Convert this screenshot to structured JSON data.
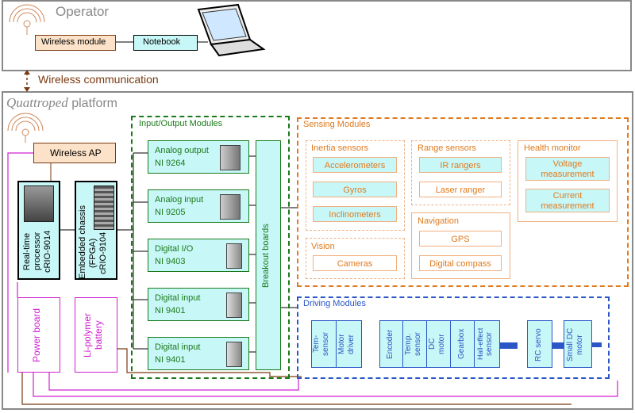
{
  "operator": {
    "title": "Operator",
    "wireless_module": "Wireless module",
    "notebook": "Notebook"
  },
  "link": {
    "label": "Wireless communication"
  },
  "platform": {
    "title_italic": "Quattroped",
    "title_rest": " platform"
  },
  "wireless_ap": "Wireless AP",
  "realtime": {
    "line1": "Real-time",
    "line2": "processor",
    "line3": "cRIO-9014"
  },
  "chassis": {
    "line1": "Embedded chassis",
    "line2": "(FPGA)",
    "line3": "cRIO-9104"
  },
  "power_board": "Power board",
  "battery": {
    "line1": "Li-polymer",
    "line2": "battery"
  },
  "io": {
    "title": "Input/Output Modules",
    "modules": [
      {
        "name": "Analog output",
        "model": "NI 9264"
      },
      {
        "name": "Analog input",
        "model": "NI 9205"
      },
      {
        "name": "Digital I/O",
        "model": "NI 9403"
      },
      {
        "name": "Digital input",
        "model": "NI 9401"
      },
      {
        "name": "Digital input",
        "model": "NI 9401"
      }
    ],
    "breakout": "Breakout boards"
  },
  "sensing": {
    "title": "Sensing Modules",
    "inertia": {
      "title": "Inertia sensors",
      "items": [
        "Accelerometers",
        "Gyros",
        "Inclinometers"
      ]
    },
    "range": {
      "title": "Range sensors",
      "items": [
        "IR rangers",
        "Laser ranger"
      ]
    },
    "health": {
      "title": "Health monitor",
      "items": [
        {
          "l1": "Voltage",
          "l2": "measurement"
        },
        {
          "l1": "Current",
          "l2": "measurement"
        }
      ]
    },
    "navigation": {
      "title": "Navigation",
      "items": [
        "GPS",
        "Digital compass"
      ]
    },
    "vision": {
      "title": "Vision",
      "items": [
        "Cameras"
      ]
    }
  },
  "driving": {
    "title": "Driving Modules",
    "group1": [
      {
        "l1": "Tem-",
        "l2": "sensor"
      },
      {
        "l1": "Motor",
        "l2": "driver"
      }
    ],
    "group2": [
      {
        "l1": "Encoder",
        "l2": ""
      },
      {
        "l1": "Temp.",
        "l2": "sensor"
      },
      {
        "l1": "DC",
        "l2": "motor"
      },
      {
        "l1": "Gearbox",
        "l2": ""
      },
      {
        "l1": "Hall-effect",
        "l2": "sensor"
      }
    ],
    "rc_servo": "RC servo",
    "small_dc": {
      "l1": "Small DC",
      "l2": "motor"
    }
  },
  "colors": {
    "green": "#1a7a1a",
    "orange": "#e07a1e",
    "blue": "#2a56c6",
    "magenta": "#d020d0",
    "cyan": "#c8f7f7",
    "brown": "#7a3a10"
  }
}
